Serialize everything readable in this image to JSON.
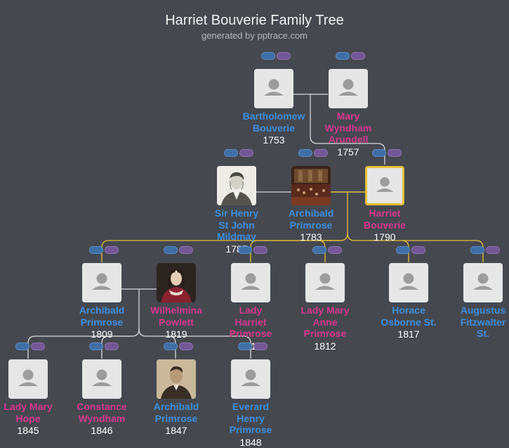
{
  "header": {
    "title": "Harriet Bouverie Family Tree",
    "subtitle": "generated by pptrace.com"
  },
  "colors": {
    "background": "#45484f",
    "male": "#3d8fe0",
    "female": "#d7378f",
    "focus_line": "#e8bf3a",
    "line": "#d9d9d9"
  },
  "people": [
    {
      "id": "bartholomew",
      "name": "Bartholomew Bouverie",
      "year": "1753",
      "sex": "m",
      "photo": "placeholder"
    },
    {
      "id": "mary_wyndham",
      "name": "Mary Wyndham Arundell",
      "year": "1757",
      "sex": "f",
      "photo": "placeholder"
    },
    {
      "id": "henry_mildmay",
      "name": "Sir Henry St John Mildmay",
      "year": "1787",
      "sex": "m",
      "photo": "engraving-portrait"
    },
    {
      "id": "archibald_1783",
      "name": "Archibald Primrose",
      "year": "1783",
      "sex": "m",
      "photo": "painting-interior"
    },
    {
      "id": "harriet",
      "name": "Harriet Bouverie",
      "year": "1790",
      "sex": "f",
      "photo": "placeholder",
      "focus": true
    },
    {
      "id": "archibald_1809",
      "name": "Archibald Primrose",
      "year": "1809",
      "sex": "m",
      "photo": "placeholder"
    },
    {
      "id": "wilhelmina",
      "name": "Wilhelmina Powlett",
      "year": "1819",
      "sex": "f",
      "photo": "painted-portrait"
    },
    {
      "id": "lady_harriet",
      "name": "Lady Harriet Primrose",
      "year": "1810",
      "sex": "f",
      "photo": "placeholder"
    },
    {
      "id": "lady_mary_anne",
      "name": "Lady Mary Anne Primrose",
      "year": "1812",
      "sex": "f",
      "photo": "placeholder"
    },
    {
      "id": "horace",
      "name": "Horace Osborne St.",
      "year": "1817",
      "sex": "m",
      "photo": "placeholder"
    },
    {
      "id": "augustus",
      "name": "Augustus Fitzwalter St.",
      "year": "",
      "sex": "m",
      "photo": "placeholder"
    },
    {
      "id": "lady_mary_hope",
      "name": "Lady Mary Hope",
      "year": "1845",
      "sex": "f",
      "photo": "placeholder"
    },
    {
      "id": "constance",
      "name": "Constance Wyndham",
      "year": "1846",
      "sex": "f",
      "photo": "placeholder"
    },
    {
      "id": "archibald_1847",
      "name": "Archibald Primrose",
      "year": "1847",
      "sex": "m",
      "photo": "photo-portrait"
    },
    {
      "id": "everard",
      "name": "Everard Henry Primrose",
      "year": "1848",
      "sex": "m",
      "photo": "placeholder"
    }
  ]
}
